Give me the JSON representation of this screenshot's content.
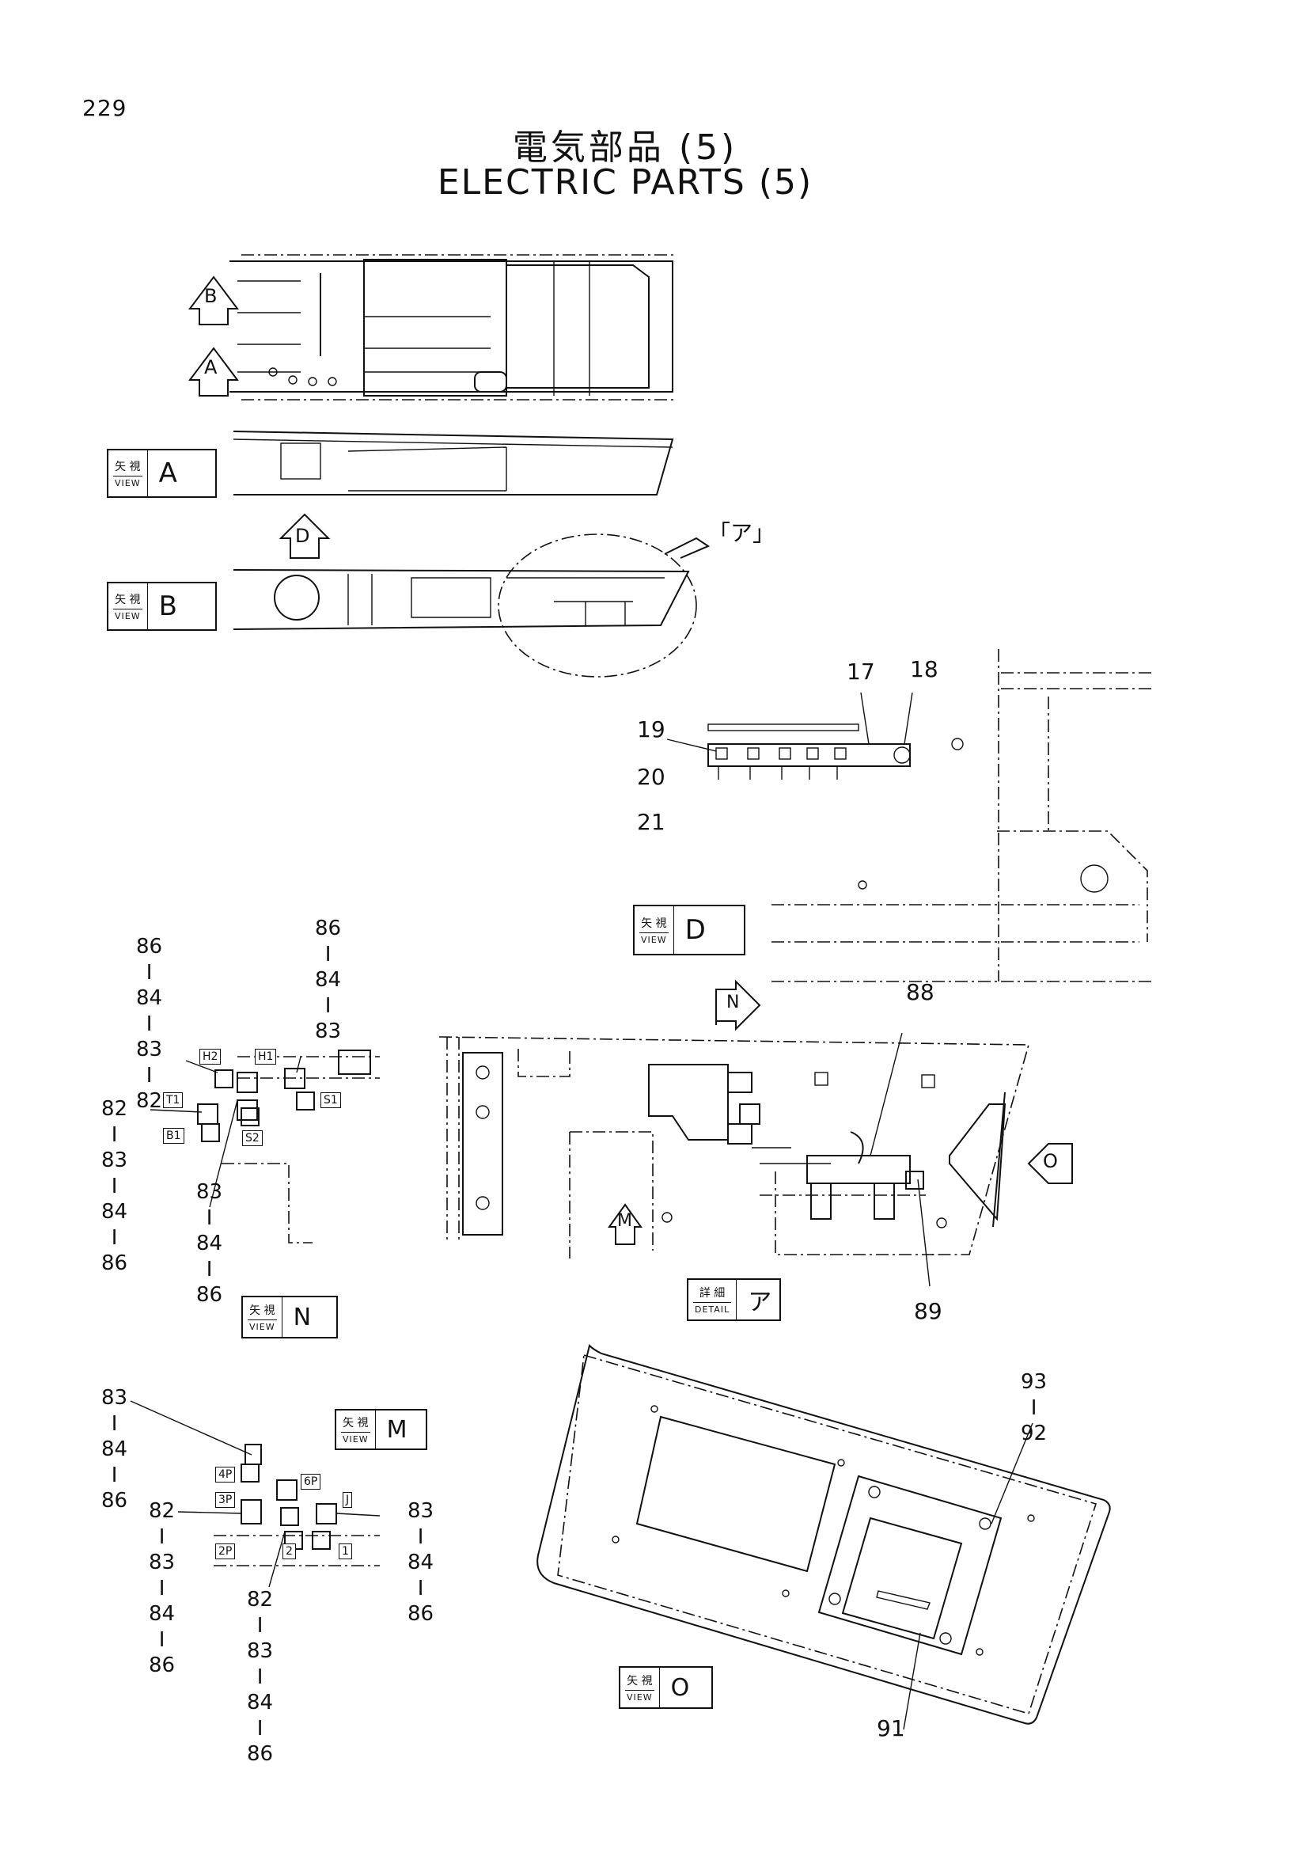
{
  "page": {
    "number": "229",
    "title_ja": "電気部品 (5)",
    "title_en": "ELECTRIC PARTS (5)"
  },
  "views": {
    "view_a": {
      "top": "矢 視",
      "bottom": "VIEW",
      "letter": "A"
    },
    "view_b": {
      "top": "矢 視",
      "bottom": "VIEW",
      "letter": "B"
    },
    "view_d": {
      "top": "矢 視",
      "bottom": "VIEW",
      "letter": "D"
    },
    "view_n": {
      "top": "矢 視",
      "bottom": "VIEW",
      "letter": "N"
    },
    "view_m": {
      "top": "矢 視",
      "bottom": "VIEW",
      "letter": "M"
    },
    "view_o": {
      "top": "矢 視",
      "bottom": "VIEW",
      "letter": "O"
    },
    "detail_a": {
      "top": "詳 細",
      "bottom": "DETAIL",
      "letter": "ア"
    }
  },
  "arrows": {
    "b": "B",
    "a": "A",
    "d": "D",
    "n": "N",
    "m": "M",
    "o": "O"
  },
  "detail_ref": "「ア」",
  "callouts": {
    "c17": "17",
    "c18": "18",
    "c19": "19",
    "c20": "20",
    "c21": "21",
    "c88": "88",
    "c89": "89",
    "c91": "91",
    "c93": "93",
    "c92": "92"
  },
  "stacks": {
    "n_left_top": [
      "86",
      "84",
      "83",
      "82"
    ],
    "n_right_top": [
      "86",
      "84",
      "83"
    ],
    "n_left_mid": [
      "82",
      "83",
      "84",
      "86"
    ],
    "n_bottom": [
      "83",
      "84",
      "86"
    ],
    "m_top": [
      "83",
      "84",
      "86"
    ],
    "m_left": [
      "82",
      "83",
      "84",
      "86"
    ],
    "m_bottom": [
      "82",
      "83",
      "84",
      "86"
    ],
    "m_right": [
      "83",
      "84",
      "86"
    ]
  },
  "tags": {
    "h2": "H2",
    "h1": "H1",
    "t1": "T1",
    "s1": "S1",
    "b1": "B1",
    "s2": "S2",
    "p4": "4P",
    "p3": "3P",
    "p6": "6P",
    "j": "J",
    "p2": "2P",
    "n2": "2",
    "n1": "1"
  }
}
